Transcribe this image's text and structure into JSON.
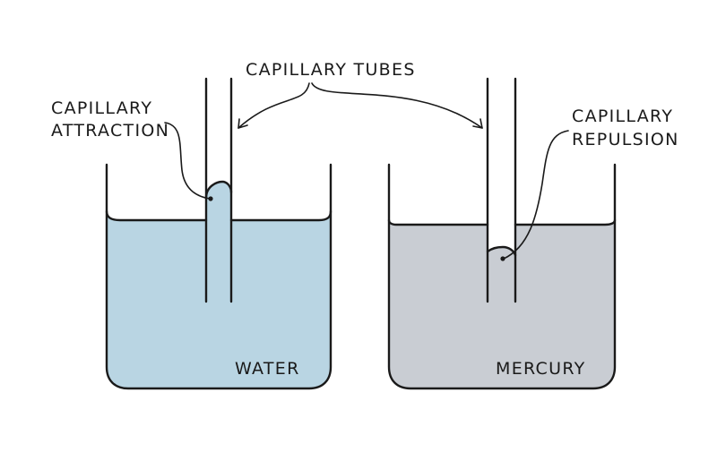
{
  "labels": {
    "tubes": "CAPILLARY TUBES",
    "attraction_line1": "CAPILLARY",
    "attraction_line2": "ATTRACTION",
    "repulsion_line1": "CAPILLARY",
    "repulsion_line2": "REPULSION",
    "water": "WATER",
    "mercury": "MERCURY"
  },
  "colors": {
    "water": "#b9d5e3",
    "mercury": "#c9cdd3",
    "outline": "#1a1a1a",
    "background": "#ffffff"
  }
}
